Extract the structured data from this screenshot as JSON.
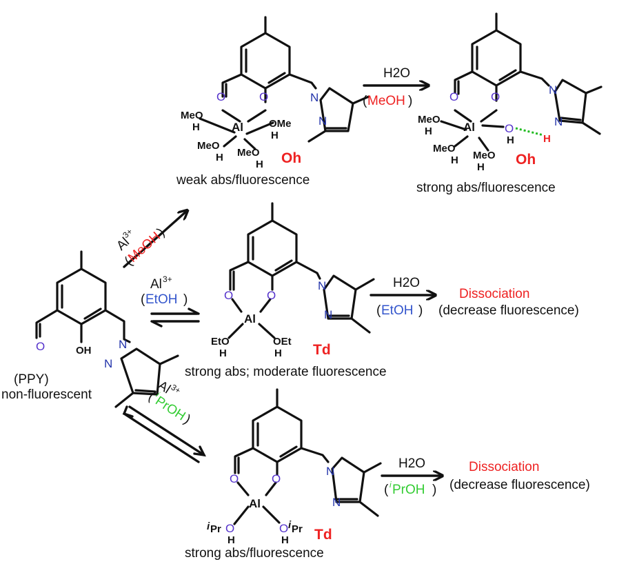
{
  "colors": {
    "geometry": "#ee2222",
    "methanol": "#ee2222",
    "ethanol": "#3355cc",
    "isopropanol": "#33cc33",
    "dissociation": "#ee2222",
    "oxygen": "#5533cc",
    "hbond": "#22bb22"
  },
  "ppy": {
    "name": "(PPY)",
    "desc": "non-fluorescent",
    "o_aldehyde": "O",
    "oh": "OH",
    "n1": "N",
    "n2": "N"
  },
  "complex_oh1": {
    "atom_al": "Al",
    "atom_o": "O",
    "atom_n": "N",
    "ligand_meoh": "MeO",
    "ligand_h": "H",
    "ligand_ome": "OMe",
    "geometry": "Oh",
    "caption": "weak abs/fluorescence"
  },
  "complex_oh2": {
    "atom_al": "Al",
    "atom_o": "O",
    "atom_n": "N",
    "atom_h": "H",
    "ligand_meo": "MeO",
    "ligand_h": "H",
    "geometry": "Oh",
    "caption": "strong abs/fluorescence"
  },
  "complex_td_et": {
    "atom_al": "Al",
    "atom_o": "O",
    "atom_n": "N",
    "ligand_eto": "EtO",
    "ligand_oet": "OEt",
    "ligand_h": "H",
    "geometry": "Td",
    "caption": "strong abs; moderate fluorescence"
  },
  "complex_td_pr": {
    "atom_al": "Al",
    "atom_o": "O",
    "atom_n": "N",
    "ligand_pr": "Pr",
    "ligand_i": "i",
    "ligand_o": "O",
    "ligand_h": "H",
    "geometry": "Td",
    "caption": "strong abs/fluorescence"
  },
  "arrows": {
    "meoh": {
      "reagent": "Al",
      "charge": "3+",
      "solvent": "MeOH"
    },
    "etoh": {
      "reagent": "Al",
      "charge": "3+",
      "solvent": "EtOH"
    },
    "iproh": {
      "reagent": "Al",
      "charge": "3+",
      "solvent_prefix": "i",
      "solvent": "PrOH"
    },
    "water_meoh": {
      "reagent": "H2O",
      "solvent": "MeOH"
    },
    "water_etoh": {
      "reagent": "H2O",
      "solvent": "EtOH"
    },
    "water_iproh": {
      "reagent": "H2O",
      "solvent_prefix": "i",
      "solvent": "PrOH"
    }
  },
  "outcomes": {
    "et": {
      "title": "Dissociation",
      "desc": "(decrease fluorescence)"
    },
    "pr": {
      "title": "Dissociation",
      "desc": "(decrease fluorescence)"
    }
  }
}
